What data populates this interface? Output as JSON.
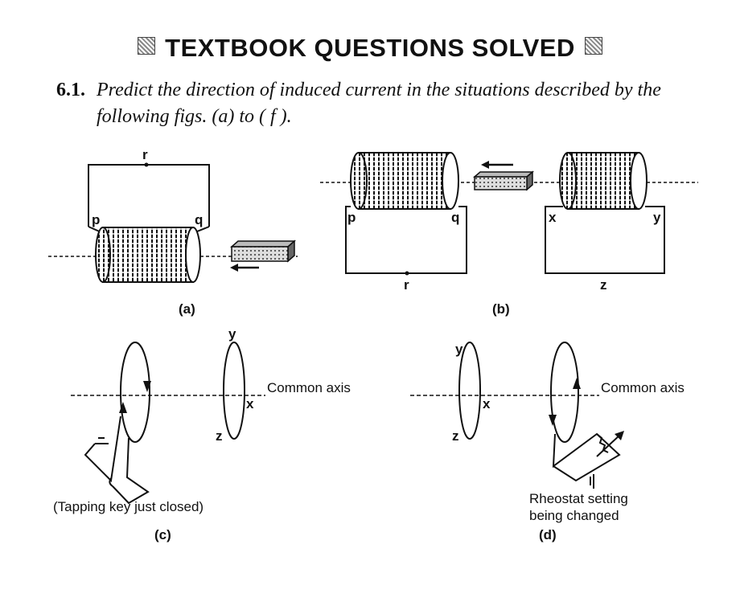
{
  "header": {
    "title": "TEXTBOOK QUESTIONS SOLVED",
    "ornament_icon": "decorative-square-icon"
  },
  "question": {
    "number": "6.1.",
    "text": "Predict the direction of induced current in the situations described by the following figs. (a) to ( f )."
  },
  "figures": {
    "a": {
      "caption": "(a)",
      "label_r": "r",
      "label_p": "p",
      "label_q": "q"
    },
    "b": {
      "caption": "(b)",
      "label_p": "p",
      "label_q": "q",
      "label_r": "r",
      "label_x": "x",
      "label_y": "y",
      "label_z": "z"
    },
    "c": {
      "caption": "(c)",
      "label_y": "y",
      "label_x": "x",
      "label_z": "z",
      "axis_label": "Common axis",
      "note": "(Tapping key just closed)"
    },
    "d": {
      "caption": "(d)",
      "label_y": "y",
      "label_x": "x",
      "label_z": "z",
      "axis_label": "Common axis",
      "note_line1": "Rheostat setting",
      "note_line2": "being changed"
    }
  }
}
